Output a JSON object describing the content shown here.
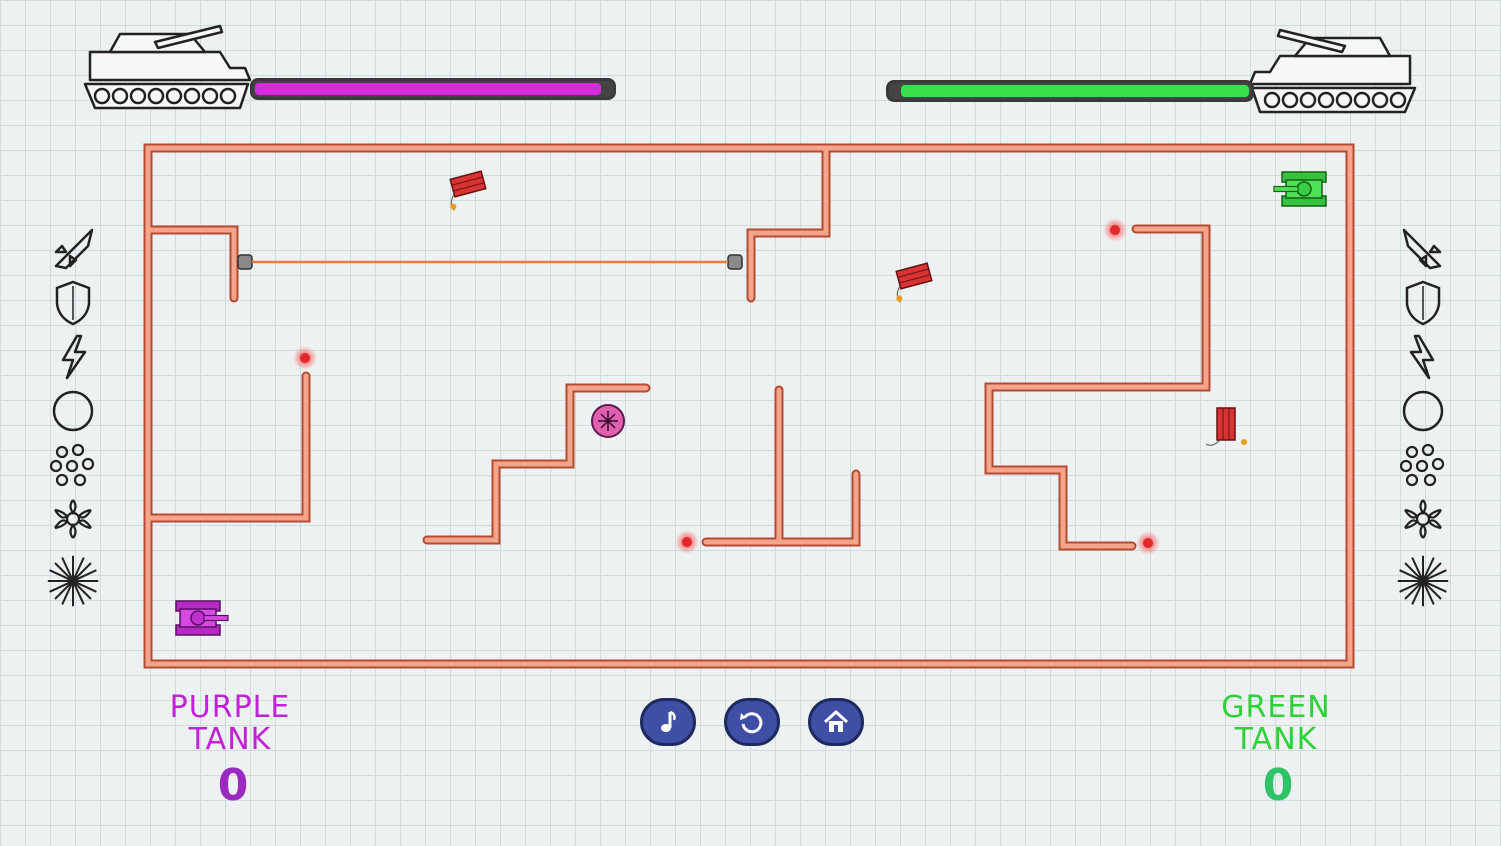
{
  "players": {
    "purple": {
      "label_line1": "PURPLE",
      "label_line2": "TANK",
      "score": "0",
      "color": "#c222d6",
      "health_fraction": 1.0
    },
    "green": {
      "label_line1": "GREEN",
      "label_line2": "TANK",
      "score": "0",
      "color": "#2fd13a",
      "health_fraction": 1.0
    }
  },
  "powerup_icons": [
    "rocket-icon",
    "shield-icon",
    "lightning-icon",
    "circle-icon",
    "cluster-icon",
    "snowflake-icon",
    "starburst-icon"
  ],
  "controls": [
    "music-button",
    "restart-button",
    "home-button"
  ],
  "colors": {
    "wall": "#e8866a",
    "wall_dark": "#b44a32",
    "laser": "#f07a3a",
    "mine": "#e02a2a",
    "button": "#3f4fa5"
  }
}
